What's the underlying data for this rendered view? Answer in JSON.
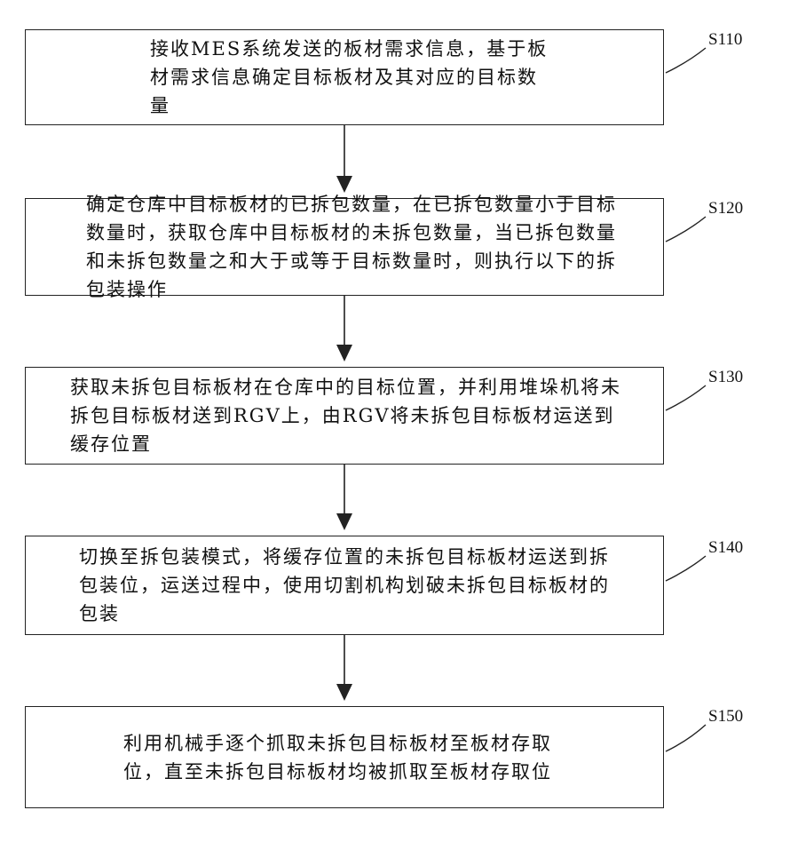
{
  "steps": [
    {
      "id": "S110",
      "label": "S110",
      "text": "接收MES系统发送的板材需求信息，基于板材需求信息确定目标板材及其对应的目标数量"
    },
    {
      "id": "S120",
      "label": "S120",
      "text": "确定仓库中目标板材的已拆包数量，在已拆包数量小于目标数量时，获取仓库中目标板材的未拆包数量，当已拆包数量和未拆包数量之和大于或等于目标数量时，则执行以下的拆包装操作"
    },
    {
      "id": "S130",
      "label": "S130",
      "text": "获取未拆包目标板材在仓库中的目标位置，并利用堆垛机将未拆包目标板材送到RGV上，由RGV将未拆包目标板材运送到缓存位置"
    },
    {
      "id": "S140",
      "label": "S140",
      "text": "切换至拆包装模式，将缓存位置的未拆包目标板材运送到拆包装位，运送过程中，使用切割机构划破未拆包目标板材的包装"
    },
    {
      "id": "S150",
      "label": "S150",
      "text": "利用机械手逐个抓取未拆包目标板材至板材存取位，直至未拆包目标板材均被抓取至板材存取位"
    }
  ]
}
